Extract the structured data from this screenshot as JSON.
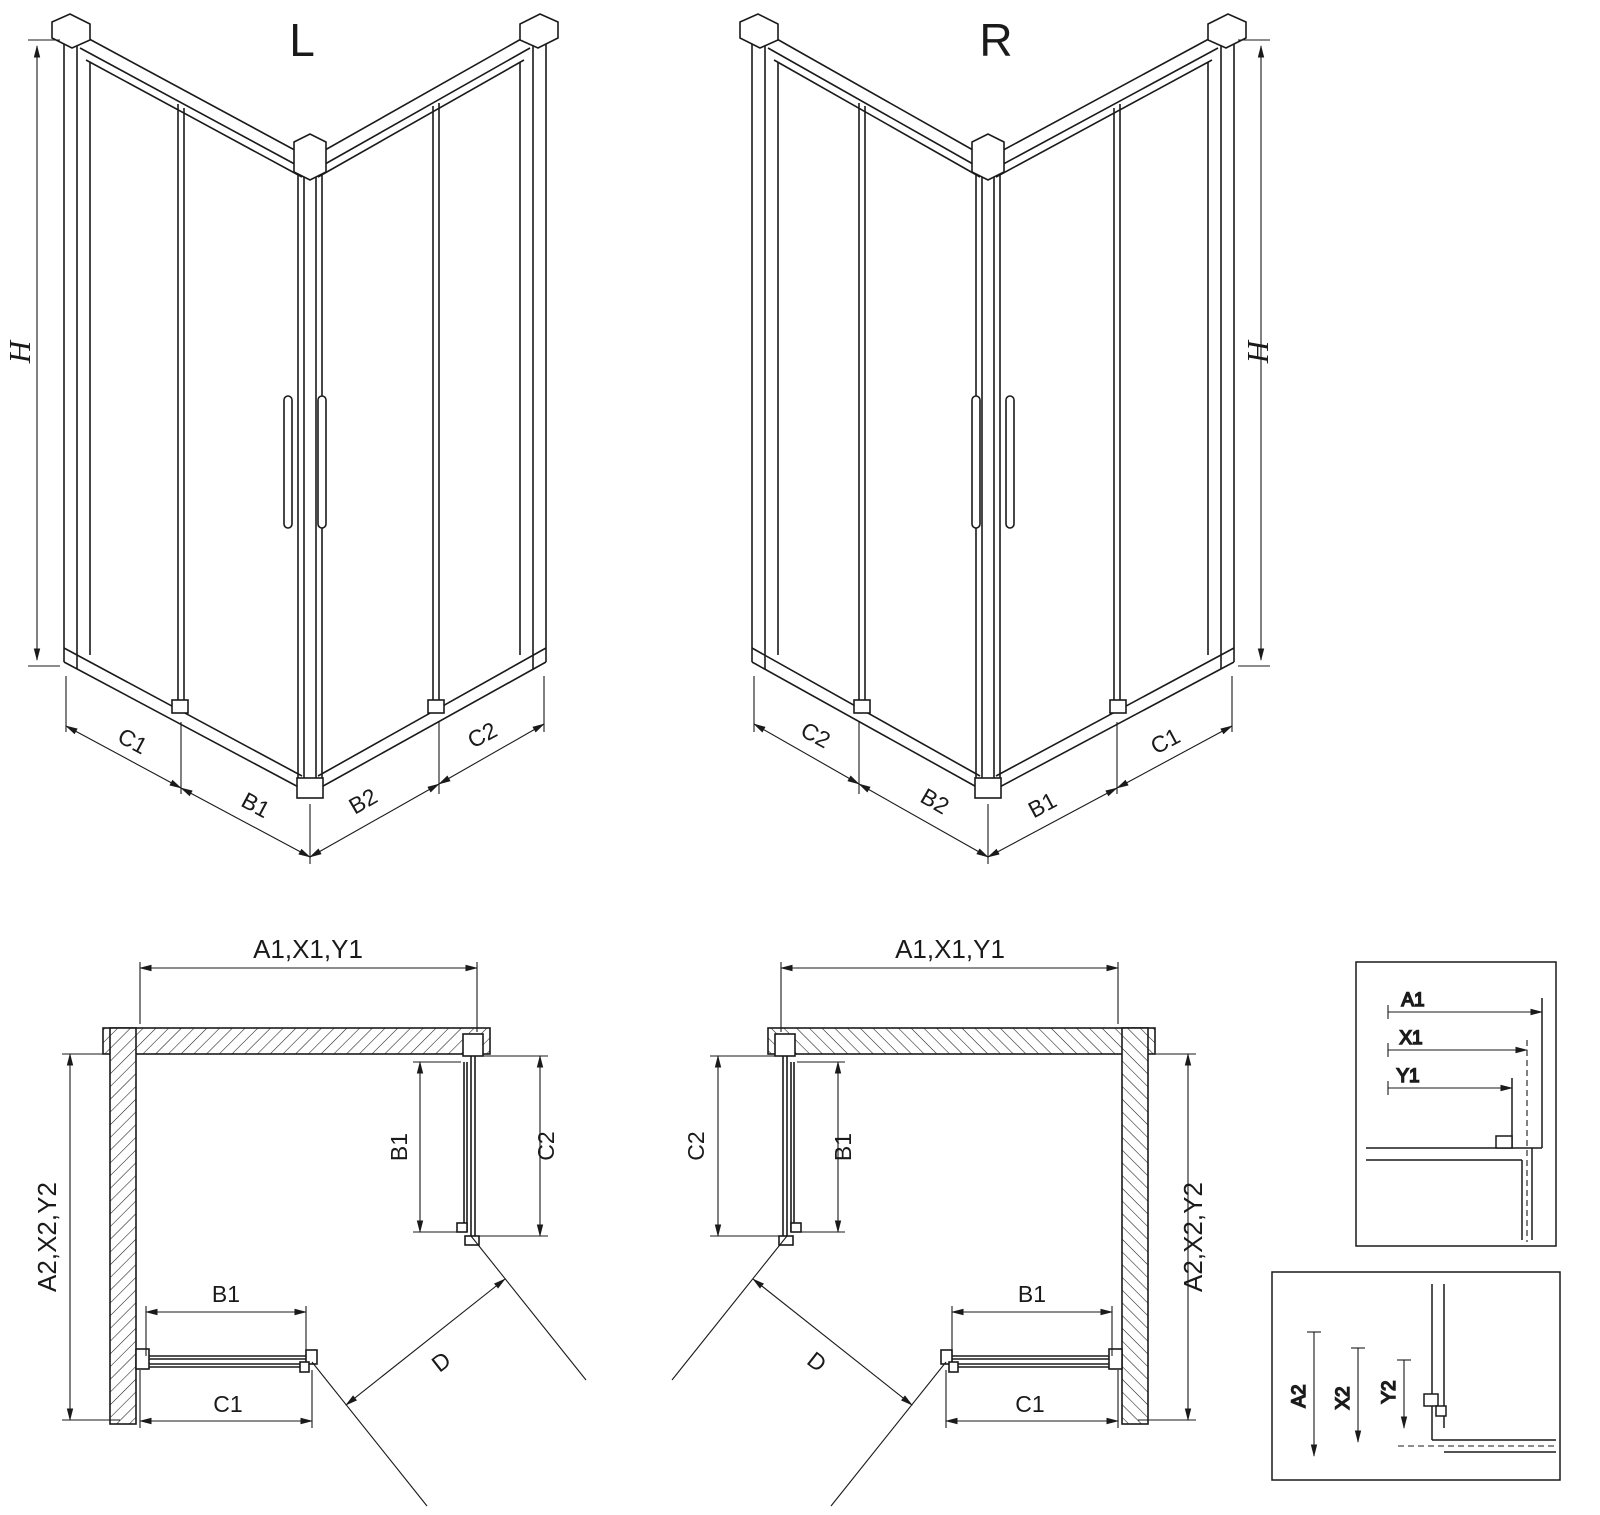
{
  "drawing": {
    "type_label_left": "L",
    "type_label_right": "R",
    "iso_left": {
      "height_label": "H",
      "widths": [
        "C1",
        "B1",
        "B2",
        "C2"
      ]
    },
    "iso_right": {
      "height_label": "H",
      "widths": [
        "C2",
        "B2",
        "B1",
        "C1"
      ]
    },
    "plan_left": {
      "top_dim": "A1,X1,Y1",
      "left_dim": "A2,X2,Y2",
      "door_side_dim": "B1",
      "fixed_side_dim": "C2",
      "door_bottom_dim": "B1",
      "fixed_bottom_dim": "C1",
      "diagonal_dim": "D"
    },
    "plan_right": {
      "top_dim": "A1,X1,Y1",
      "right_dim": "A2,X2,Y2",
      "door_side_dim": "B1",
      "fixed_side_dim": "C2",
      "door_bottom_dim": "B1",
      "fixed_bottom_dim": "C1",
      "diagonal_dim": "D"
    },
    "detail_horizontal": {
      "dims": [
        "A1",
        "X1",
        "Y1"
      ]
    },
    "detail_vertical": {
      "dims": [
        "A2",
        "X2",
        "Y2"
      ]
    }
  },
  "colors": {
    "line": "#1a1a1a",
    "background": "#ffffff"
  }
}
